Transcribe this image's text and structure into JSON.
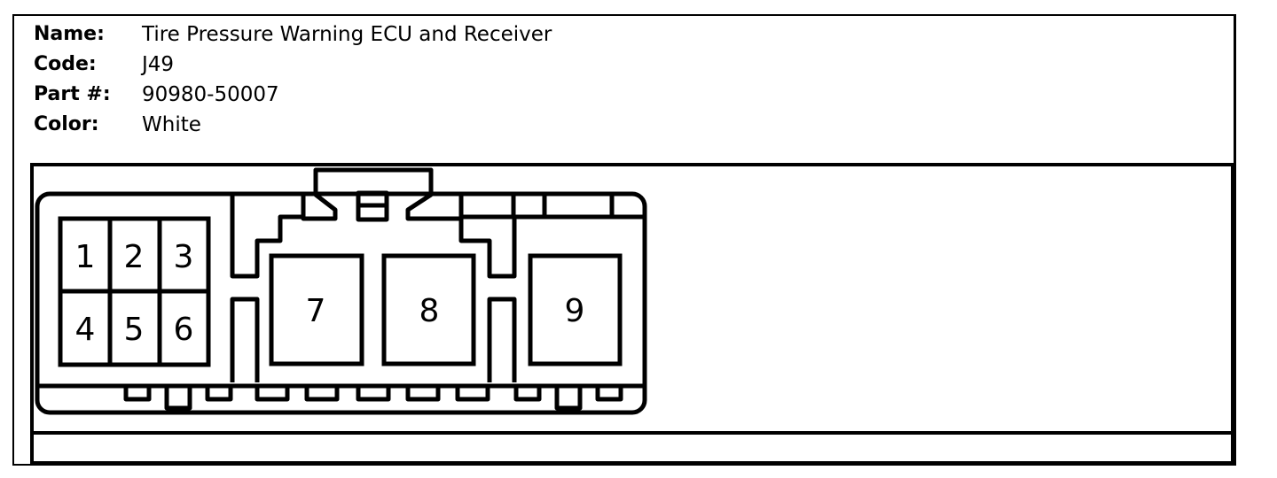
{
  "connector": {
    "name_label": "Name:",
    "name": "Tire Pressure Warning ECU and Receiver",
    "code_label": "Code:",
    "code": "J49",
    "part_label": "Part #:",
    "part": "90980-50007",
    "color_label": "Color:",
    "color": "White"
  },
  "pins": [
    "1",
    "2",
    "3",
    "4",
    "5",
    "6",
    "7",
    "8",
    "9"
  ]
}
